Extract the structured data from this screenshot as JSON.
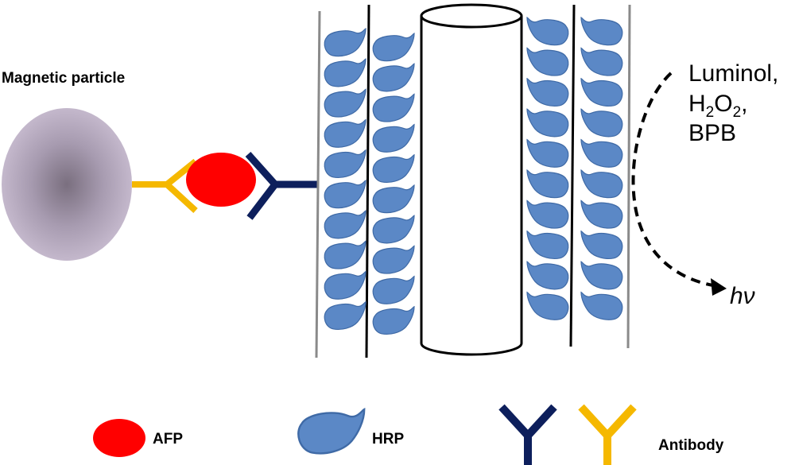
{
  "labels": {
    "magnetic_particle": "Magnetic particle",
    "reagent_luminol": "Luminol,",
    "reagent_h2o2_h": "H",
    "reagent_h2o2_2a": "2",
    "reagent_h2o2_o": "O",
    "reagent_h2o2_2b": "2",
    "reagent_h2o2_comma": ",",
    "reagent_bpb": "BPB",
    "emission": "hν"
  },
  "legend": {
    "afp": "AFP",
    "hrp": "HRP",
    "antibody": "Antibody"
  },
  "colors": {
    "afp": "#ff0000",
    "hrp_fill": "#5b88c6",
    "hrp_stroke": "#3f6aa6",
    "antibody_primary": "#0d1f5c",
    "antibody_secondary": "#f5b800",
    "particle_center": "#7a6f7f",
    "particle_edge": "#c0b3c9",
    "wall_line": "#8a8a8a",
    "layer_line": "#000000"
  },
  "icons": {
    "particle": "magnetic-particle-icon",
    "afp": "afp-antigen-icon",
    "hrp": "hrp-enzyme-icon",
    "antibody": "antibody-y-icon",
    "tube": "cylinder-tube-icon",
    "arrow": "dashed-curved-arrow-icon"
  }
}
